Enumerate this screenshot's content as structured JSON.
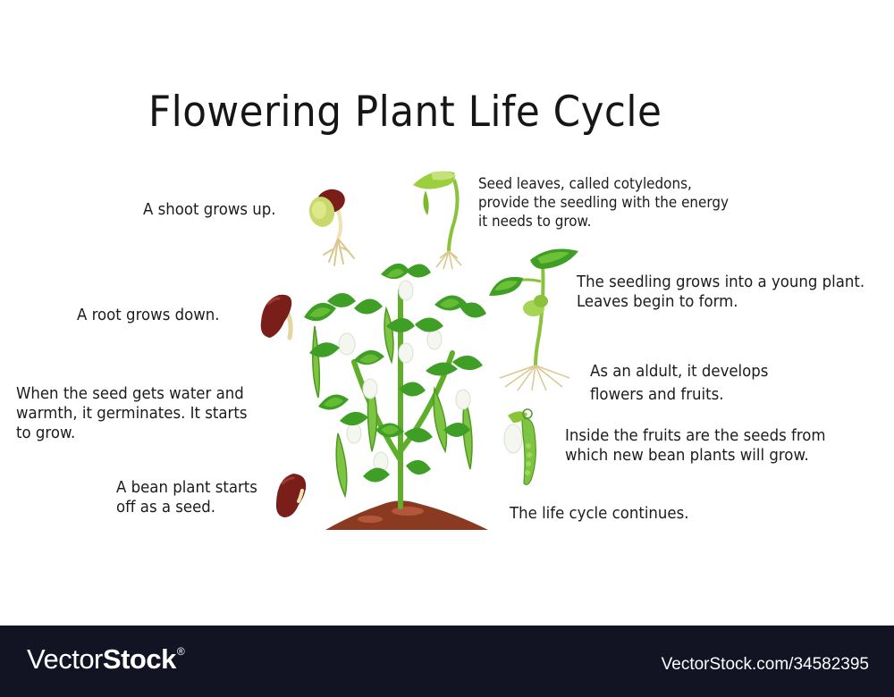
{
  "title": "Flowering Plant Life Cycle",
  "captions": {
    "shoot": "A  shoot grows up.",
    "cotyledons": "Seed leaves, called cotyledons,\nprovide the seedling with the energy\nit needs to grow.",
    "root": "A root grows down.",
    "seedling": "The seedling grows into a young plant.\nLeaves begin to form.",
    "germinate": "When the seed gets water and\nwarmth, it germinates. It starts\nto grow.",
    "adult": "As an aldult, it develops\nflowers and fruits.",
    "fruits": "Inside the fruits are the seeds from\nwhich new bean plants will grow.",
    "seed": "A bean plant starts\noff as a seed.",
    "continues": "The life cycle continues."
  },
  "illustrations": [
    {
      "name": "sprouting-bean",
      "icon": "bean-with-shoot-and-roots"
    },
    {
      "name": "seedling-with-cotyledons",
      "icon": "seedling-icon"
    },
    {
      "name": "bean-with-root",
      "icon": "bean-root-icon"
    },
    {
      "name": "mature-bean-plant",
      "icon": "bean-plant-icon"
    },
    {
      "name": "young-plant",
      "icon": "young-plant-icon"
    },
    {
      "name": "bean-pod-with-flower",
      "icon": "bean-pod-icon"
    },
    {
      "name": "bean-seed",
      "icon": "bean-seed-icon"
    }
  ],
  "colors": {
    "leaf_dark": "#2f8f1f",
    "leaf_light": "#6cc136",
    "bean": "#7a1e1a",
    "soil": "#8b3a22",
    "footer_bg": "#121424"
  },
  "footer": {
    "brand_light": "Vector",
    "brand_bold": "Stock",
    "brand_mark": "®",
    "stock_id": "VectorStock.com/34582395"
  }
}
